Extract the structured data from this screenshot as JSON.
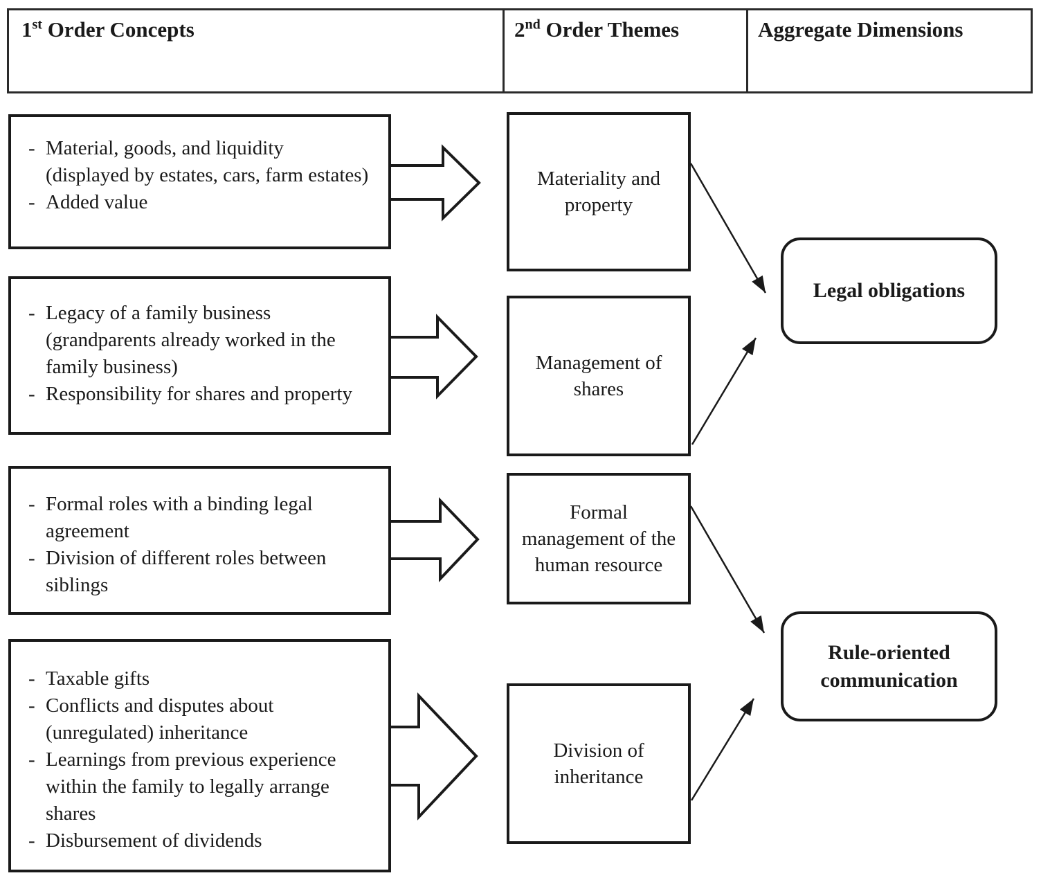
{
  "header": {
    "col1_num": "1",
    "col1_sup": "st",
    "col1_text": "Order Concepts",
    "col2_num": "2",
    "col2_sup": "nd",
    "col2_text": "Order Themes",
    "col3_text": "Aggregate Dimensions"
  },
  "bullet": "-",
  "first_order_concepts": [
    {
      "items": [
        "Material, goods, and liquidity (displayed by estates, cars, farm estates)",
        "Added value"
      ]
    },
    {
      "items": [
        "Legacy of a family business (grandparents already worked in the family business)",
        "Responsibility for shares and property"
      ]
    },
    {
      "items": [
        "Formal roles with a binding legal agreement",
        "Division of different roles between siblings"
      ]
    },
    {
      "items": [
        "Taxable gifts",
        "Conflicts and disputes about (unregulated) inheritance",
        "Learnings from previous experience within the family to legally arrange shares",
        "Disbursement of dividends"
      ]
    }
  ],
  "second_order_themes": [
    "Materiality and property",
    "Management of shares",
    "Formal management of the human resource",
    "Division of inheritance"
  ],
  "aggregate_dimensions": [
    "Legal obligations",
    "Rule-oriented communication"
  ],
  "colors": {
    "ink": "#1a1a1a",
    "background": "#ffffff"
  }
}
